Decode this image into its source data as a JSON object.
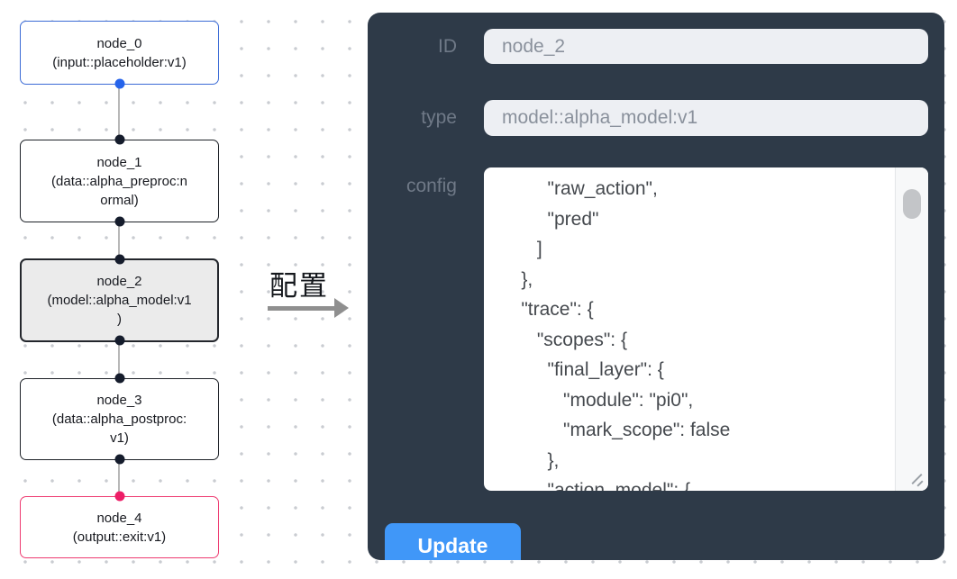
{
  "flow": {
    "nodes": [
      {
        "title": "node_0",
        "subtitle": "(input::placeholder:v1)",
        "border_color": "#3b6bd6",
        "port_color": "#2563eb",
        "selected": false
      },
      {
        "title": "node_1",
        "subtitle": "(data::alpha_preproc:n\normal)",
        "border_color": "#1d2127",
        "port_color": "#151c2c",
        "selected": false
      },
      {
        "title": "node_2",
        "subtitle": "(model::alpha_model:v1\n)",
        "border_color": "#23262c",
        "port_color": "#151c2c",
        "selected": true
      },
      {
        "title": "node_3",
        "subtitle": "(data::alpha_postproc:\nv1)",
        "border_color": "#1d2127",
        "port_color": "#151c2c",
        "selected": false
      },
      {
        "title": "node_4",
        "subtitle": "(output::exit:v1)",
        "border_color": "#ee3a70",
        "port_color": "#ed1e67",
        "selected": false
      }
    ],
    "edge_color": "#b8b8b8"
  },
  "transfer": {
    "label": "配置",
    "arrow_color": "#8f8f8f"
  },
  "panel": {
    "bg_color": "#2e3a48",
    "fields": [
      {
        "label": "ID",
        "value": "node_2"
      },
      {
        "label": "type",
        "value": "model::alpha_model:v1"
      },
      {
        "label": "config",
        "value": "         \"raw_action\",\n         \"pred\"\n       ]\n    },\n    \"trace\": {\n       \"scopes\": {\n         \"final_layer\": {\n            \"module\": \"pi0\",\n            \"mark_scope\": false\n         },\n         \"action_model\": {"
      }
    ],
    "update_label": "Update",
    "button_color": "#4097f8"
  }
}
